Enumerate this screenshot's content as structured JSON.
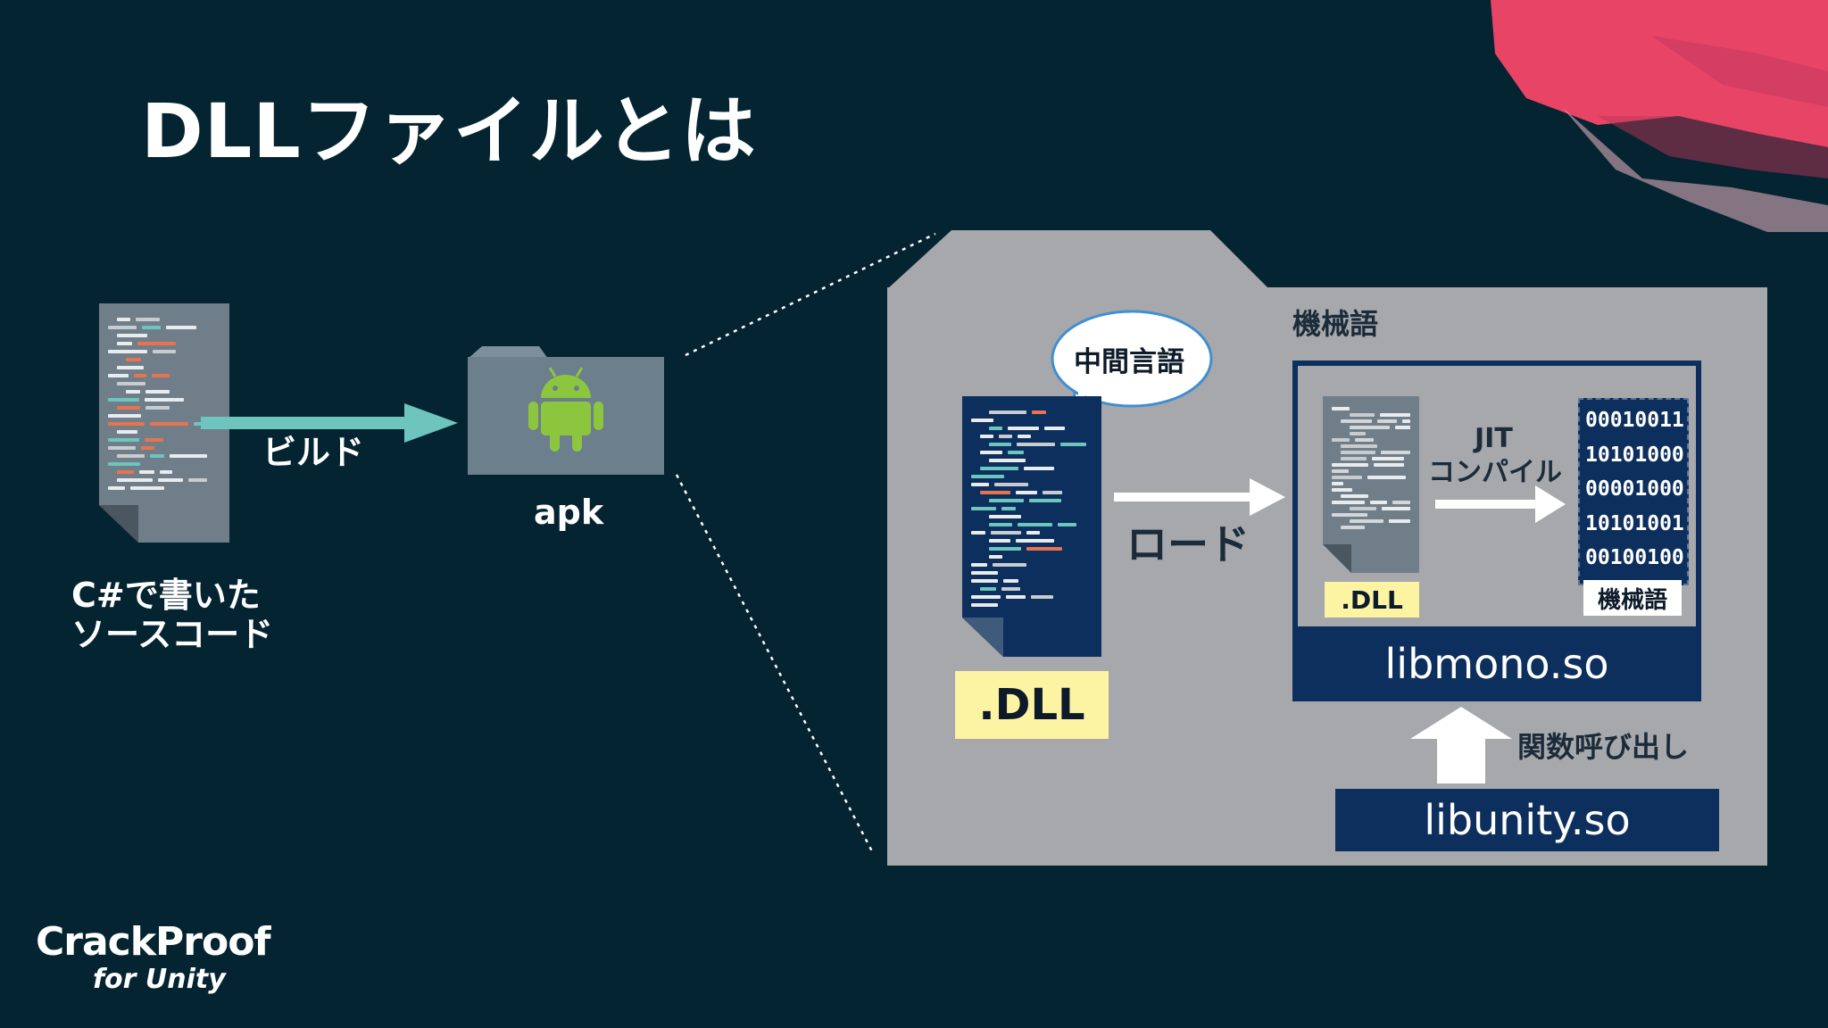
{
  "title": "DLLファイルとは",
  "source_doc": {
    "label_line1": "C#で書いた",
    "label_line2": "ソースコード"
  },
  "build_arrow": {
    "label": "ビルド"
  },
  "apk": {
    "label": "apk"
  },
  "detail": {
    "header_label": "機械語",
    "speech_bubble": "中間言語",
    "dll_tag": ".DLL",
    "load_label": "ロード",
    "inner": {
      "dll_tag": ".DLL",
      "jit_label_line1": "JIT",
      "jit_label_line2": "コンパイル",
      "binary_lines": [
        "00010011",
        "10101000",
        "00001000",
        "10101001",
        "00100100"
      ],
      "machine_tag": "機械語",
      "libmono": "libmono.so"
    },
    "call_label": "関数呼び出し",
    "libunity": "libunity.so"
  },
  "logo": {
    "name": "CrackProof",
    "sub": "for Unity"
  },
  "colors": {
    "background": "#042431",
    "accent_pink": "#e84466",
    "teal_arrow": "#6dc5be",
    "android_green": "#8cc63f",
    "panel_gray": "#a6a8ab",
    "navy": "#0d2f5e",
    "yellow_tag": "#fcf3a3"
  },
  "icons": [
    "document-icon",
    "android-icon",
    "folder-icon",
    "arrow-right-icon",
    "arrow-up-icon"
  ]
}
